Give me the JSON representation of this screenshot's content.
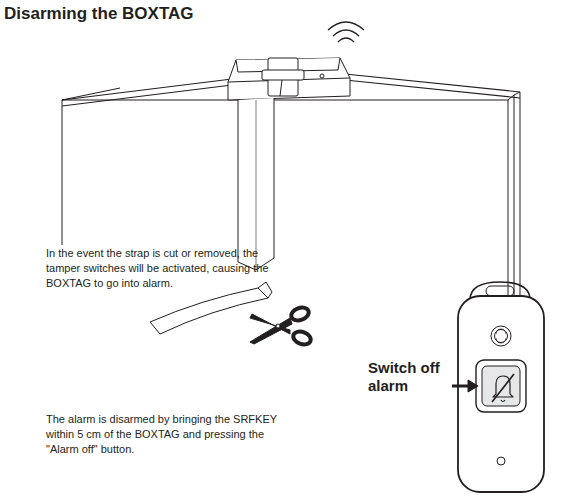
{
  "diagram": {
    "title": "Disarming the BOXTAG",
    "labels": [
      "In the event the strap is cut or removed, the tamper switches will be activated, causing the BOXTAG to go into alarm.",
      "Switch off alarm",
      "The alarm is disarmed by bringing the SRFKEY within 5 cm of the BOXTAG and pressing the \"Alarm off\" button."
    ]
  }
}
